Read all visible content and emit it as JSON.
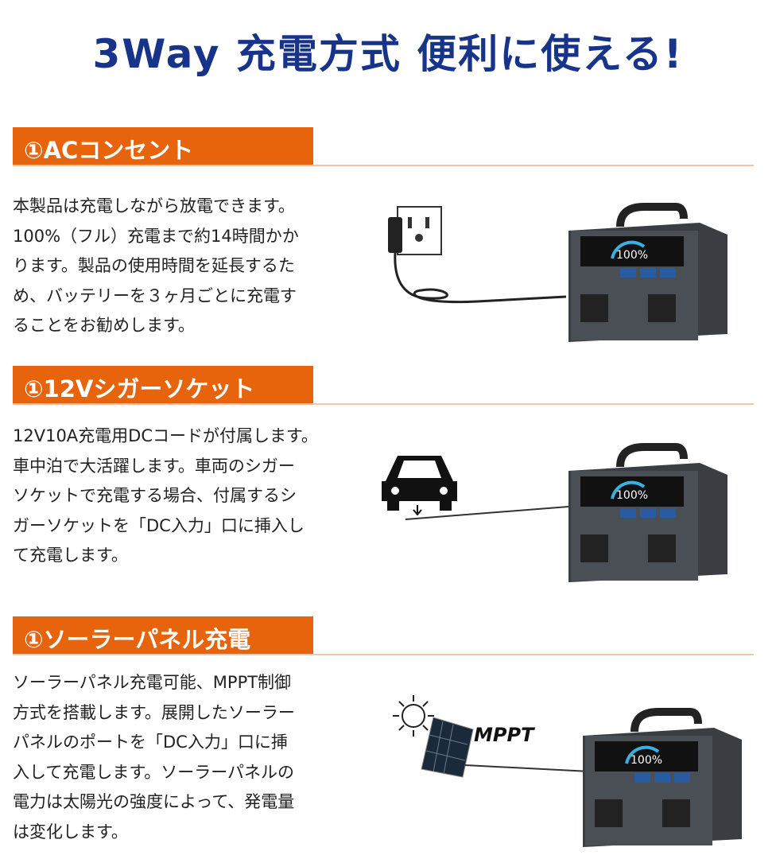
{
  "title": "3Way 充電方式 便利に使える!",
  "colors": {
    "title": "#17348a",
    "header": "#e8640c"
  },
  "sections": [
    {
      "heading": "①ACコンセント",
      "lines": [
        "本製品は充電しながら放電できます。",
        "100%（フル）充電まで約14時間かか",
        "ります。製品の使用時間を延長するた",
        "め、バッテリーを３ヶ月ごとに充電す",
        "ることをお勧めします。"
      ],
      "icon": "wall-outlet-plug"
    },
    {
      "heading": "①12Vシガーソケット",
      "lines": [
        "12V10A充電用DCコードが付属します。",
        "車中泊で大活躍します。車両のシガー",
        "ソケットで充電する場合、付属するシ",
        "ガーソケットを「DC入力」口に挿入し",
        "て充電します。"
      ],
      "icon": "car"
    },
    {
      "heading": "①ソーラーパネル充電",
      "lines": [
        "ソーラーパネル充電可能、MPPT制御",
        "方式を搭載します。展開したソーラー",
        "パネルのポートを「DC入力」口に挿",
        "入して充電します。ソーラーパネルの",
        "電力は太陽光の強度によって、発電量",
        "は変化します。"
      ],
      "icon": "solar-panel",
      "badge": "MPPT"
    }
  ]
}
